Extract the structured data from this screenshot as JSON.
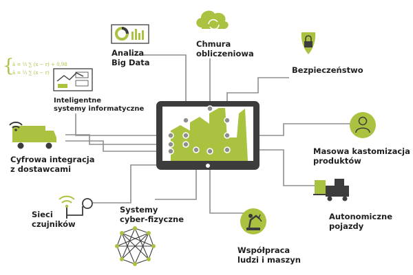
{
  "colors": {
    "green": "#a9c23f",
    "dark": "#3c3c3c",
    "line": "#8e8e8e",
    "screen": "#ffffff",
    "chip": "#c7c7c7"
  },
  "labels": {
    "big_data": [
      "Analiza",
      "Big Data"
    ],
    "cloud": [
      "Chmura",
      "obliczeniowa"
    ],
    "security": [
      "Bezpieczeństwo"
    ],
    "intel_systems": [
      "Inteligentne",
      "systemy informatyczne"
    ],
    "supply_chain": [
      "Cyfrowa integracja",
      "z dostawcami"
    ],
    "customization": [
      "Masowa kastomizacja",
      "produktów"
    ],
    "autonomous": [
      "Autonomiczne",
      "pojazdy"
    ],
    "sensors": [
      "Sieci",
      "czujników"
    ],
    "cps": [
      "Systemy",
      "cyber-fizyczne"
    ],
    "cobots": [
      "Współpraca",
      "ludzi i maszyn"
    ]
  },
  "icons": [
    "bar-chart-donut-icon",
    "cloud-sync-icon",
    "shield-lock-icon",
    "formula-dashboard-icon",
    "delivery-truck-icon",
    "person-badge-icon",
    "autonomous-forklift-icon",
    "sensor-signal-icon",
    "network-polygon-icon",
    "robot-arm-icon",
    "tablet-factory-icon"
  ],
  "formulas": [
    "ā = ⅓ ∑ (x − r) + 0,98",
    "ā = ⅓ ∑ (x − r)"
  ]
}
